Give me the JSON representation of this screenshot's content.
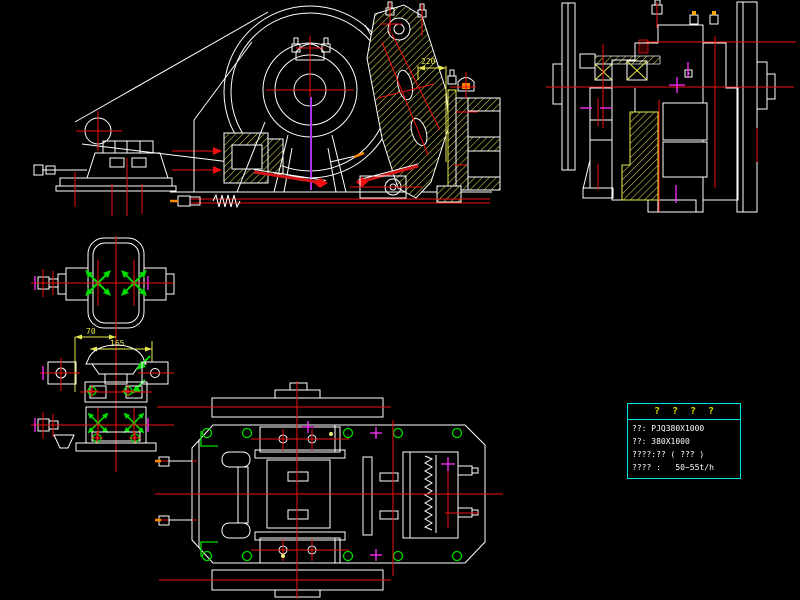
{
  "app": {
    "description": "black-background CAD engineering drawing of PJQ380X1000 jaw crusher, four orthographic views with spec table"
  },
  "colors": {
    "background": "#000000",
    "outline": "#ffffff",
    "centerline": "#f01010",
    "hatch": "#d8d850",
    "dimension": "#e8e850",
    "green_marks": "#00dd00",
    "magenta_marks": "#ff30ff",
    "purple_line": "#b030f0",
    "orange_tip": "#ff8800",
    "table_border": "#00e5e5",
    "table_header": "#d8d800"
  },
  "views": {
    "front": "front-section-view",
    "side": "left-side-section-view",
    "motor_top": "motor-top-view",
    "plan": "plan-view"
  },
  "dimensions": {
    "front_jaw_gap": "220",
    "motor_dim_small": "70",
    "motor_dim_large": "165"
  },
  "spec_table": {
    "header": [
      "?",
      "?",
      "?",
      "?"
    ],
    "rows": [
      "??: PJQ380X1000",
      "??: 380X1000",
      "????:?? ( ??? )",
      "???? :   50~55t/h"
    ]
  }
}
